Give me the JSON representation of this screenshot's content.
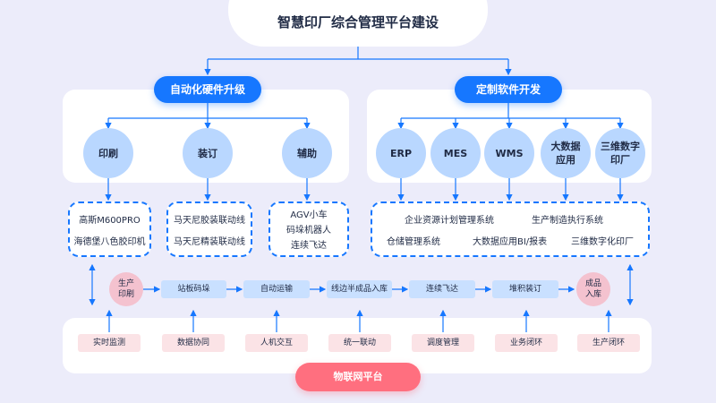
{
  "title": "智慧印厂综合管理平台建设",
  "hardware": {
    "header": "自动化硬件升级",
    "nodes": [
      "印刷",
      "装订",
      "辅助"
    ],
    "boxes": [
      [
        "高斯M600PRO",
        "海德堡八色胶印机"
      ],
      [
        "马天尼胶装联动线",
        "马天尼精装联动线"
      ],
      [
        "AGV小车",
        "码垛机器人",
        "连续飞达"
      ]
    ]
  },
  "software": {
    "header": "定制软件开发",
    "nodes": [
      "ERP",
      "MES",
      "WMS",
      "大数据\n应用",
      "三维数字\n印厂"
    ],
    "box_row1": [
      "企业资源计划管理系统",
      "生产制造执行系统"
    ],
    "box_row2": [
      "仓储管理系统",
      "大数据应用BI/报表",
      "三维数字化印厂"
    ]
  },
  "process": {
    "start": "生产\n印刷",
    "steps": [
      "站板码垛",
      "自动运输",
      "线边半成品入库",
      "连续飞达",
      "堆积装订"
    ],
    "end": "成品\n入库"
  },
  "platform": {
    "items": [
      "实时监测",
      "数据协同",
      "人机交互",
      "统一联动",
      "调度管理",
      "业务闭环",
      "生产闭环"
    ],
    "label": "物联网平台"
  },
  "colors": {
    "primary": "#1677ff",
    "node": "#b9d7ff",
    "step": "#c9e0ff",
    "pink": "#f4c2cf",
    "bottom": "#fbe3e6",
    "iot": "#ff6f7f"
  }
}
